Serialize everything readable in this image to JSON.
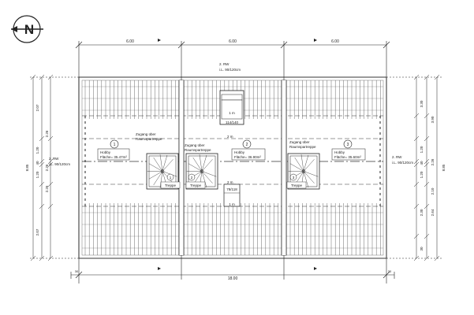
{
  "dims": {
    "top": [
      "6.00",
      "6.00",
      "6.00"
    ],
    "bottom": "18.00",
    "bottom_left": "30",
    "bottom_right": "30",
    "left_outer": "8.85",
    "left_inner": [
      "2.07",
      "1.20",
      "40",
      "1.20",
      "2.07"
    ],
    "left_mid": [
      "2.26",
      "2.26",
      "2.26"
    ],
    "right_outer": "8.85",
    "right_inner": [
      "3.30",
      "1.20",
      "40",
      "1.20",
      "2.30",
      "30"
    ],
    "right_mid": [
      "3.90",
      "2.26",
      "2.10",
      "2.64"
    ]
  },
  "rooms": [
    {
      "num": "1",
      "name": "Hobby",
      "area": "Fläche= 35.47m²"
    },
    {
      "num": "2",
      "name": "Hobby",
      "area": "Fläche= 36.90m²"
    },
    {
      "num": "3",
      "name": "Hobby",
      "area": "Fläche= 35.60m²"
    }
  ],
  "stairs": [
    {
      "num": "1",
      "label": "Treppe",
      "access": "Zugang über\nRaumspartreppe"
    },
    {
      "num": "2",
      "label": "Treppe",
      "access": "Zugang über\nRaumspartreppe"
    },
    {
      "num": "3",
      "label": "Treppe",
      "access": "Zugang über\nRaumspartreppe"
    }
  ],
  "ridge_labels": [
    "2 m",
    "2 m"
  ],
  "window_top": {
    "label": "1 m",
    "size": "114/140"
  },
  "window_mid": {
    "label": "1 m",
    "size": "78/118"
  },
  "rw_top": {
    "line1": "2. RW",
    "line2": "i.L. 90/120cm"
  },
  "rw_right": {
    "line1": "2. RW",
    "line2": "i.L. 90/120cm"
  },
  "rw_left": {
    "line1": "2. RW",
    "line2": "i.L. 90/120cm"
  },
  "north": "N"
}
